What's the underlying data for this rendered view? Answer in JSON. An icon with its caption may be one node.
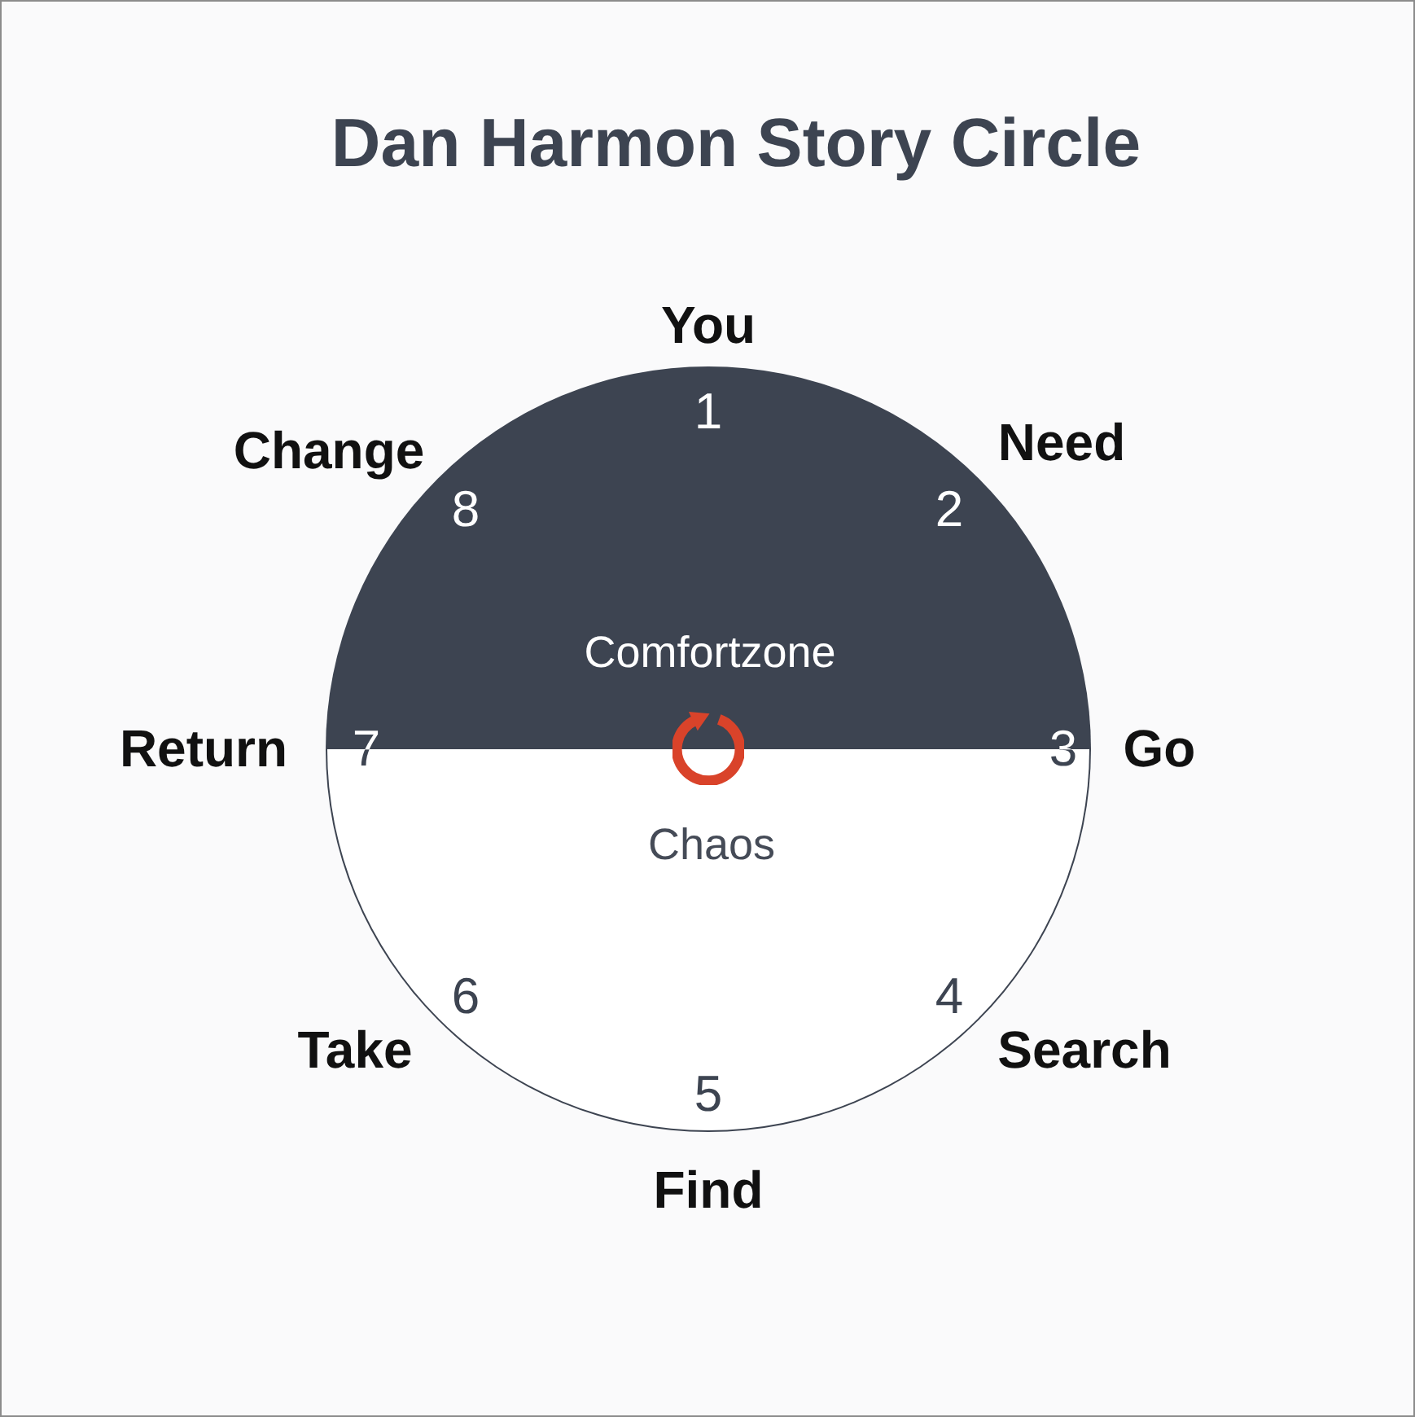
{
  "diagram": {
    "title": "Dan Harmon Story Circle",
    "nodes": [
      {
        "text": [
          "Comfortzone"
        ]
      },
      {
        "text": [
          "Chaos"
        ]
      }
    ],
    "labels": [
      "You",
      "1",
      "Need",
      "2",
      "Go",
      "3",
      "Search",
      "4",
      "Find",
      "5",
      "Take",
      "6",
      "Return",
      "7",
      "Change",
      "8"
    ]
  }
}
